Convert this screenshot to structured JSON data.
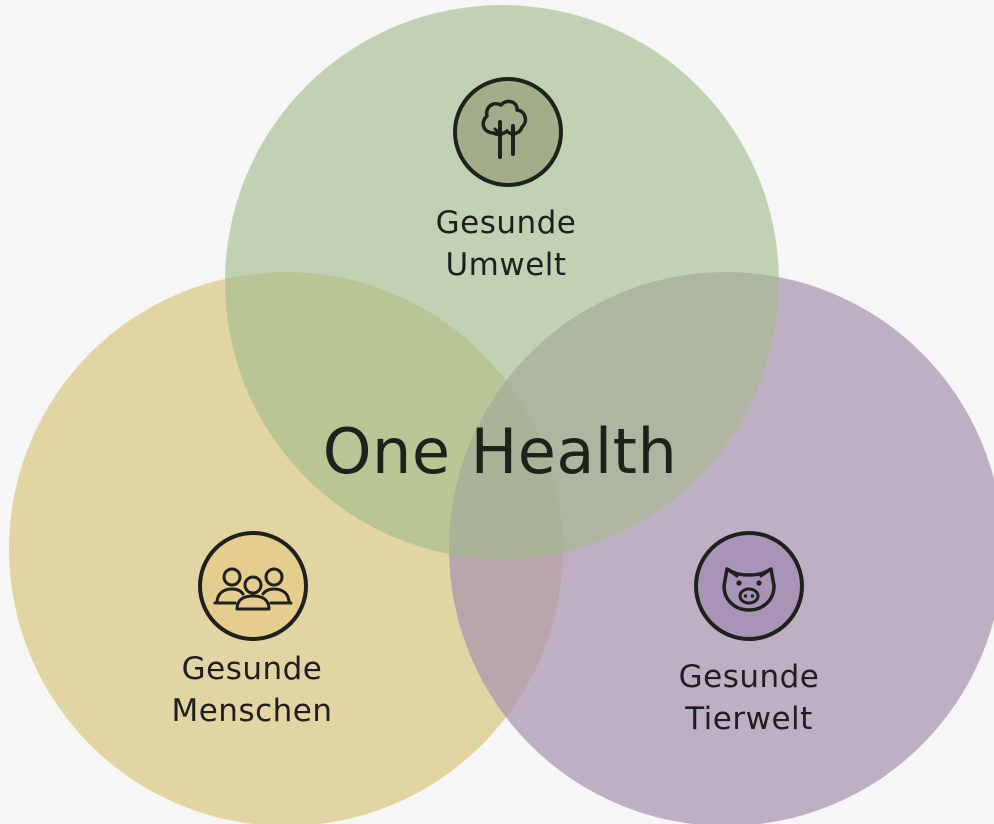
{
  "title": "One Health",
  "circles": [
    {
      "id": "environment",
      "label_line1": "Gesunde",
      "label_line2": "Umwelt",
      "icon": "tree-icon",
      "fill": "#aec69c",
      "icon_fill": "#a1ad88"
    },
    {
      "id": "humans",
      "label_line1": "Gesunde",
      "label_line2": "Menschen",
      "icon": "people-icon",
      "fill": "#e0d29a",
      "icon_fill": "#e5cd8f"
    },
    {
      "id": "animals",
      "label_line1": "Gesunde",
      "label_line2": "Tierwelt",
      "icon": "pig-icon",
      "fill": "#b4a3bc",
      "icon_fill": "#a993b6"
    }
  ],
  "colors": {
    "background": "#f6f6f6",
    "stroke": "#1f211d"
  }
}
